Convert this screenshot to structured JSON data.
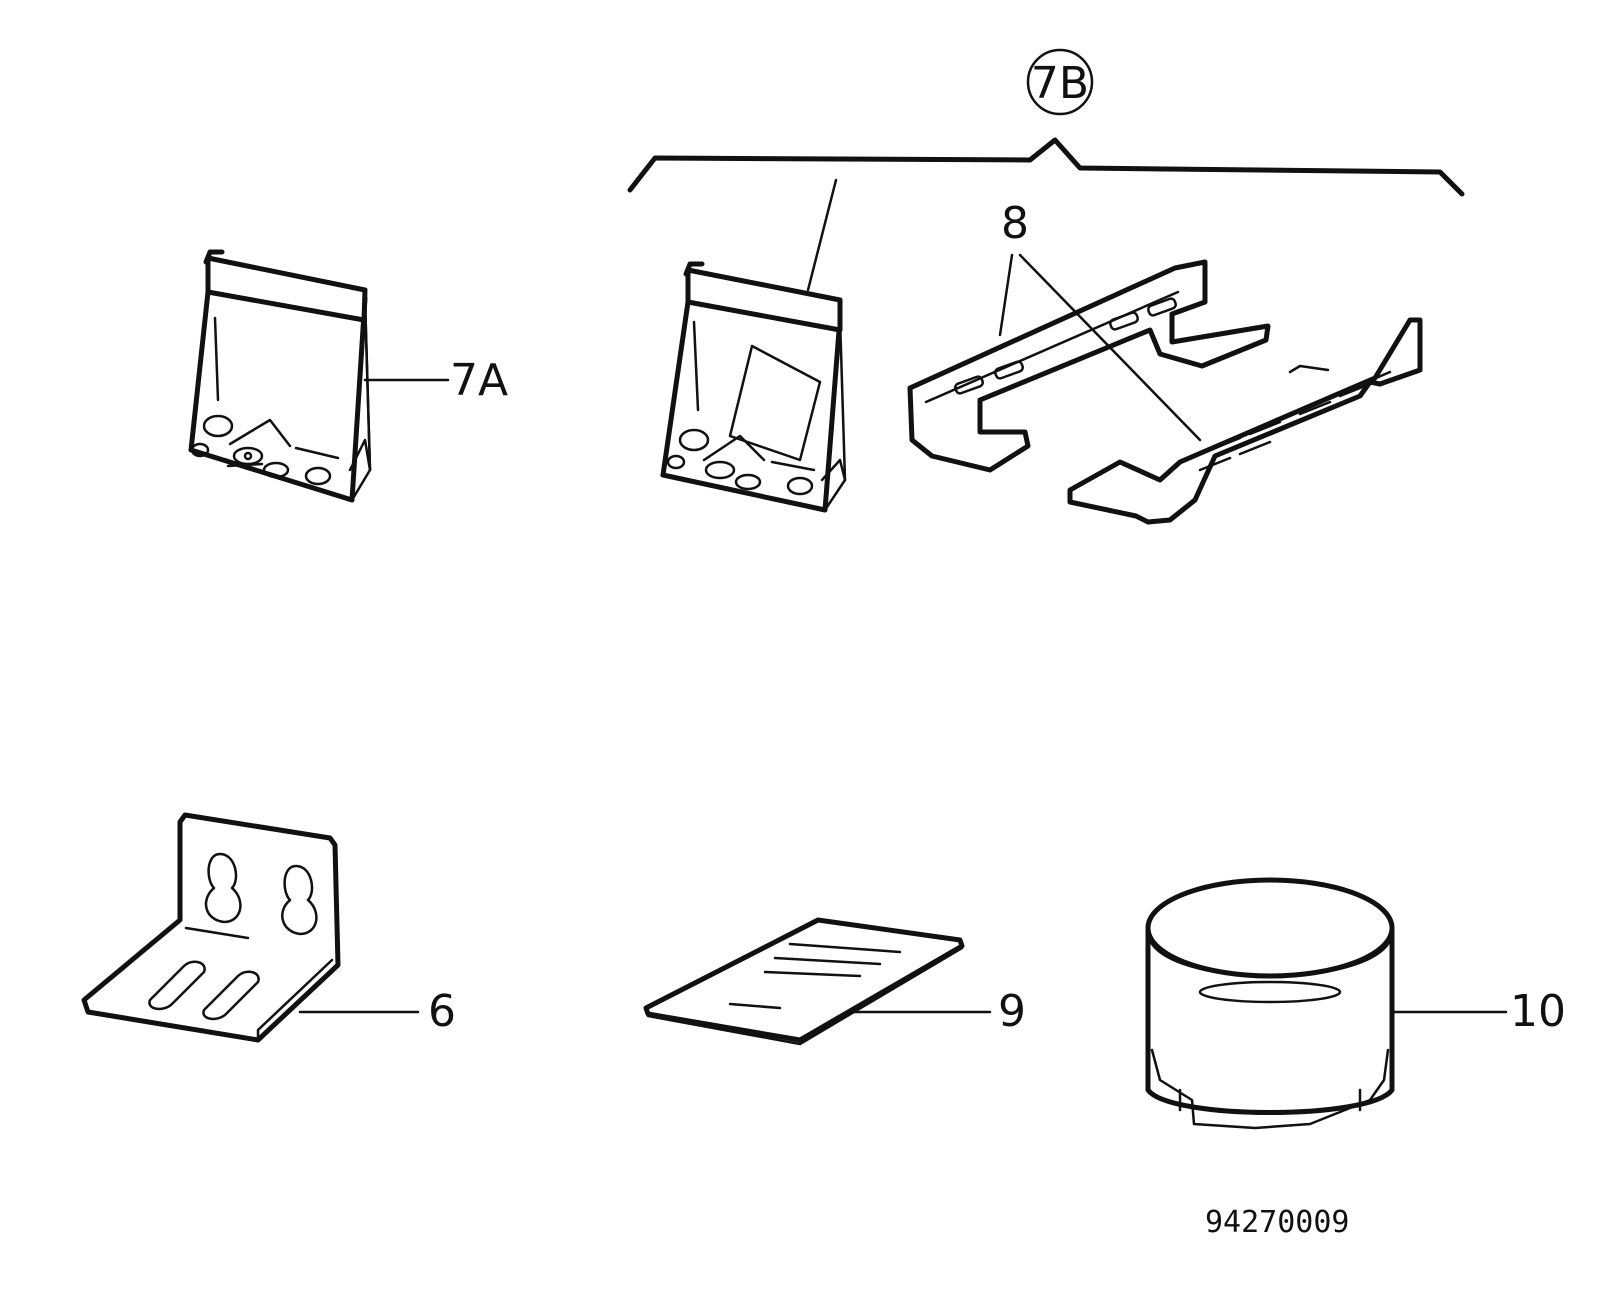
{
  "callouts": {
    "group_7b": "7B",
    "item_7a": "7A",
    "item_8": "8",
    "item_6": "6",
    "item_9": "9",
    "item_10": "10"
  },
  "figure_code": "94270009"
}
